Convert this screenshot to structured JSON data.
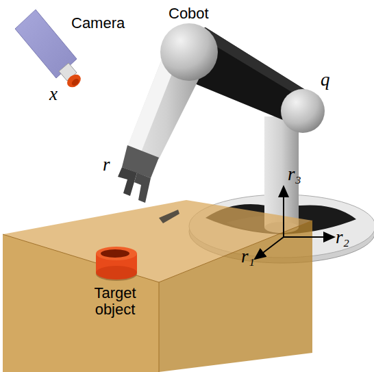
{
  "diagram": {
    "labels": [
      "Camera",
      "Cobot",
      "x",
      "q",
      "r",
      "r₃",
      "r₂",
      "r₁",
      "Target object"
    ]
  }
}
